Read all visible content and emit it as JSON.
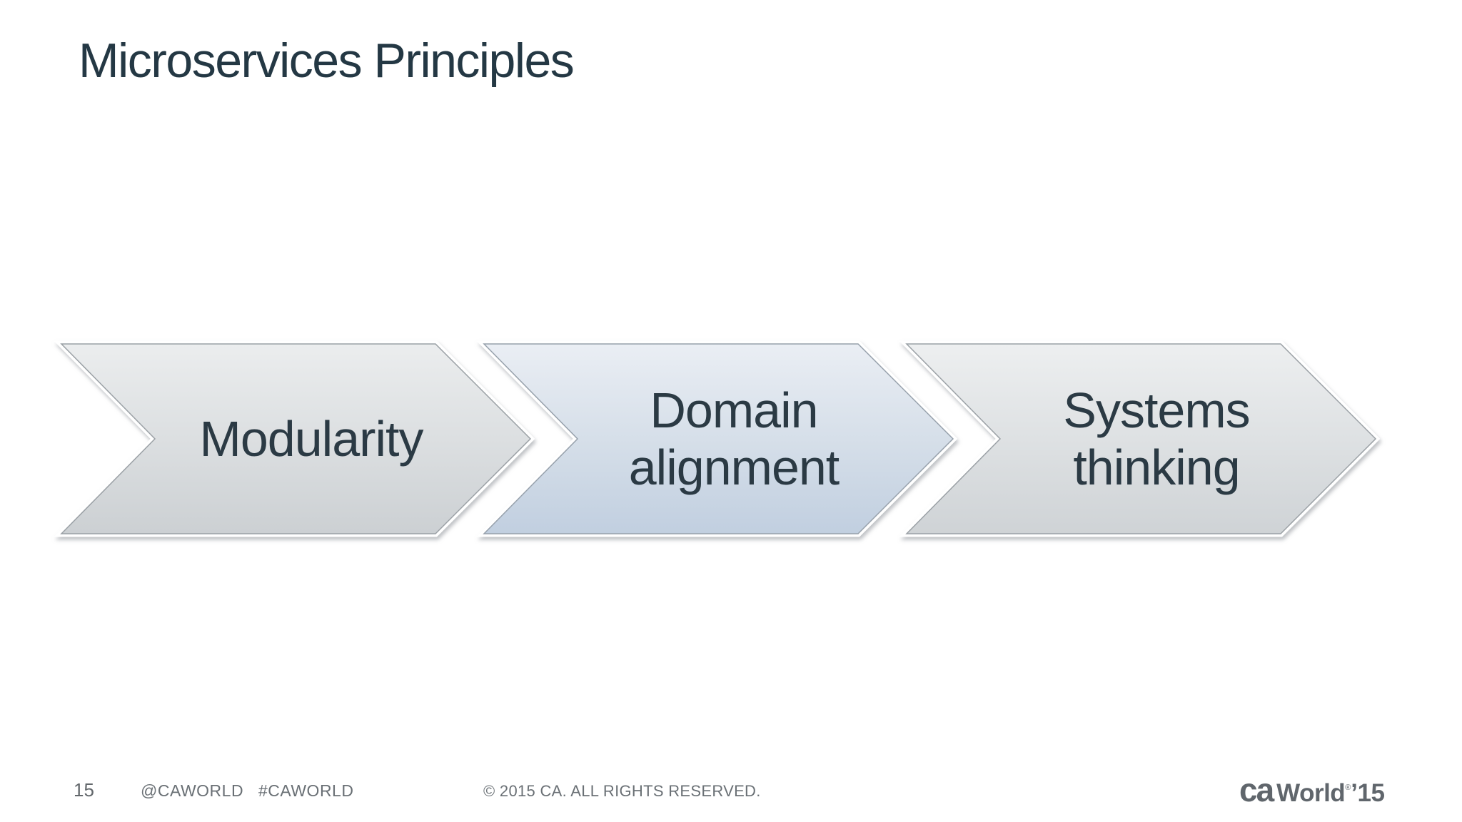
{
  "slide": {
    "title": "Microservices Principles",
    "title_color": "#243844",
    "text_color": "#2b3a44",
    "process_chevrons": [
      {
        "label": "Modularity",
        "fill_top": "#ebedee",
        "fill_mid": "#dcdfe1",
        "fill_bottom": "#ccd0d3",
        "border": "#9aa0a5"
      },
      {
        "label": "Domain\nalignment",
        "fill_top": "#eaeef4",
        "fill_mid": "#d6dfe9",
        "fill_bottom": "#c1cfe0",
        "border": "#96a0ab"
      },
      {
        "label": "Systems\nthinking",
        "fill_top": "#edeff0",
        "fill_mid": "#dee1e3",
        "fill_bottom": "#cfd3d6",
        "border": "#9aa0a5"
      }
    ],
    "footer": {
      "page_number": "15",
      "social_handle": "@CAWORLD",
      "social_hashtag": "#CAWORLD",
      "copyright": "© 2015 CA. ALL RIGHTS RESERVED.",
      "text_color": "#6a7075",
      "logo": {
        "ca": "ca",
        "world": "World",
        "reg_mark": "®",
        "year": "’15"
      }
    }
  }
}
